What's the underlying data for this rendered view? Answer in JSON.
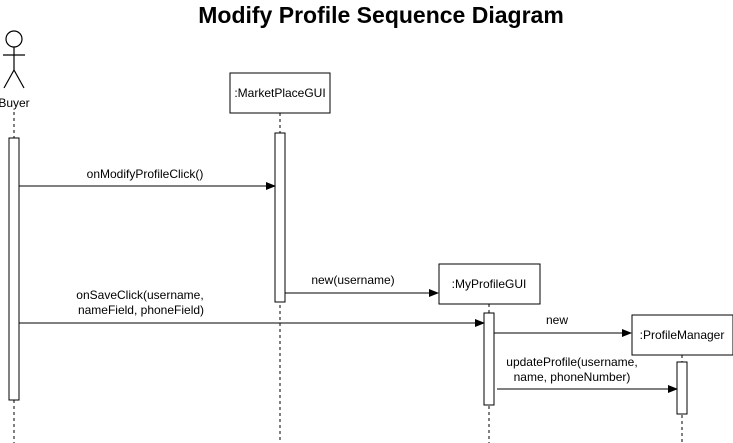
{
  "diagram": {
    "title": "Modify Profile Sequence Diagram",
    "actor": {
      "label": "Buyer"
    },
    "participants": [
      {
        "id": "marketplace",
        "label": ":MarketPlaceGUI"
      },
      {
        "id": "myprofile",
        "label": ":MyProfileGUI"
      },
      {
        "id": "profilemanager",
        "label": ":ProfileManager"
      }
    ],
    "messages": [
      {
        "from": "Buyer",
        "to": ":MarketPlaceGUI",
        "lines": [
          "onModifyProfileClick()"
        ]
      },
      {
        "from": ":MarketPlaceGUI",
        "to": ":MyProfileGUI",
        "lines": [
          "new(username)"
        ]
      },
      {
        "from": "Buyer",
        "to": ":MyProfileGUI",
        "lines": [
          "onSaveClick(username,",
          "nameField, phoneField)"
        ]
      },
      {
        "from": ":MyProfileGUI",
        "to": ":ProfileManager",
        "lines": [
          "new"
        ]
      },
      {
        "from": ":MyProfileGUI",
        "to": ":ProfileManager",
        "lines": [
          "updateProfile(username,",
          "name, phoneNumber)"
        ]
      }
    ]
  }
}
